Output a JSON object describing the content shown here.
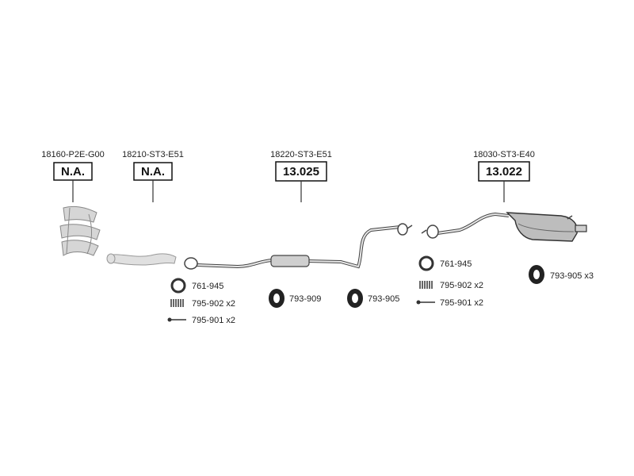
{
  "parts": [
    {
      "code": "18160-P2E-G00",
      "value": "N.A."
    },
    {
      "code": "18210-ST3-E51",
      "value": "N.A."
    },
    {
      "code": "18220-ST3-E51",
      "value": "13.025"
    },
    {
      "code": "18030-ST3-E40",
      "value": "13.022"
    }
  ],
  "fittings": {
    "gasket_a": "761-945",
    "spring_a": "795-902 x2",
    "bolt_a": "795-901 x2",
    "mount_a": "793-909",
    "mount_b": "793-905",
    "gasket_b": "761-945",
    "spring_b": "795-902 x2",
    "bolt_b": "795-901 x2",
    "mount_c": "793-905 x3"
  },
  "colors": {
    "line": "#333333",
    "part_fill": "#bdbdbd",
    "box_border": "#111111"
  }
}
